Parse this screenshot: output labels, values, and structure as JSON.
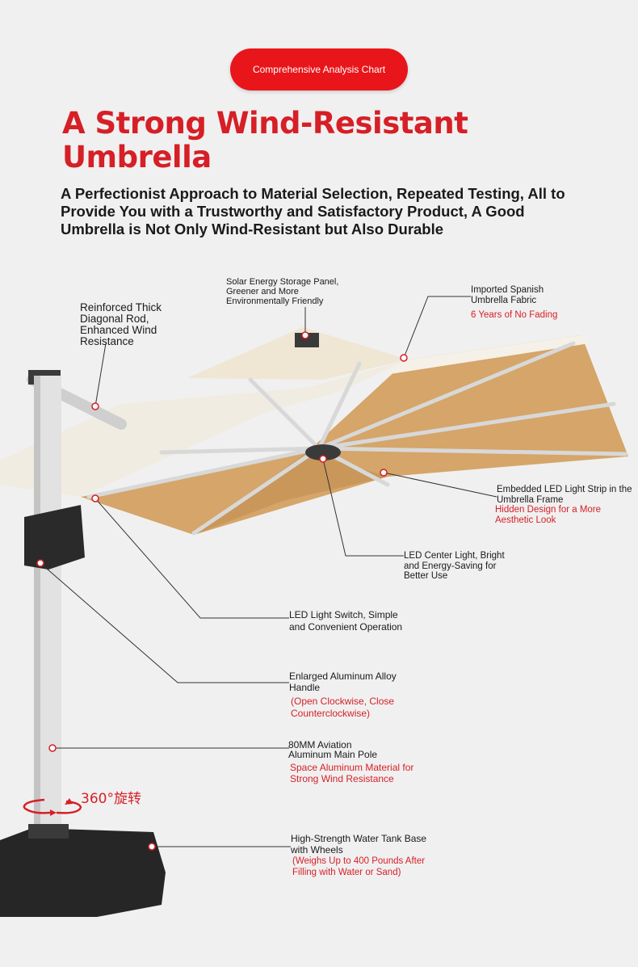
{
  "badge": "Comprehensive Analysis Chart",
  "title": "A Strong Wind-Resistant Umbrella",
  "subtitle": "A Perfectionist Approach to Material Selection, Repeated Testing, All to Provide You with a Trustworthy and Satisfactory Product, A Good Umbrella is Not Only Wind-Resistant but Also Durable",
  "callouts": {
    "rod": {
      "text": "Reinforced Thick Diagonal Rod, Enhanced Wind Resistance"
    },
    "solar": {
      "text": "Solar Energy Storage Panel, Greener and More Environmentally Friendly"
    },
    "fabric": {
      "text": "Imported Spanish Umbrella Fabric",
      "note": "6 Years of No Fading"
    },
    "led_strip": {
      "text": "Embedded LED Light Strip in the Umbrella Frame",
      "note": "Hidden Design for a More Aesthetic Look"
    },
    "center_light": {
      "text": "LED Center Light, Bright and Energy-Saving for Better Use"
    },
    "switch": {
      "text": "LED Light Switch, Simple and Convenient Operation"
    },
    "handle": {
      "text": "Enlarged Aluminum Alloy Handle",
      "note": "(Open Clockwise, Close Counterclockwise)"
    },
    "pole": {
      "text": "80MM Aviation Aluminum Main Pole",
      "note": "Space Aluminum Material for Strong Wind Resistance"
    },
    "base": {
      "text": "High-Strength Water Tank Base with Wheels",
      "note": "(Weighs Up to 400 Pounds After Filling with Water or Sand)"
    }
  },
  "rotation": "360°旋转",
  "colors": {
    "accent": "#d61f26",
    "badge": "#e8161b",
    "canopy_under": "#d5a569",
    "canopy_top": "#f3eee2"
  }
}
